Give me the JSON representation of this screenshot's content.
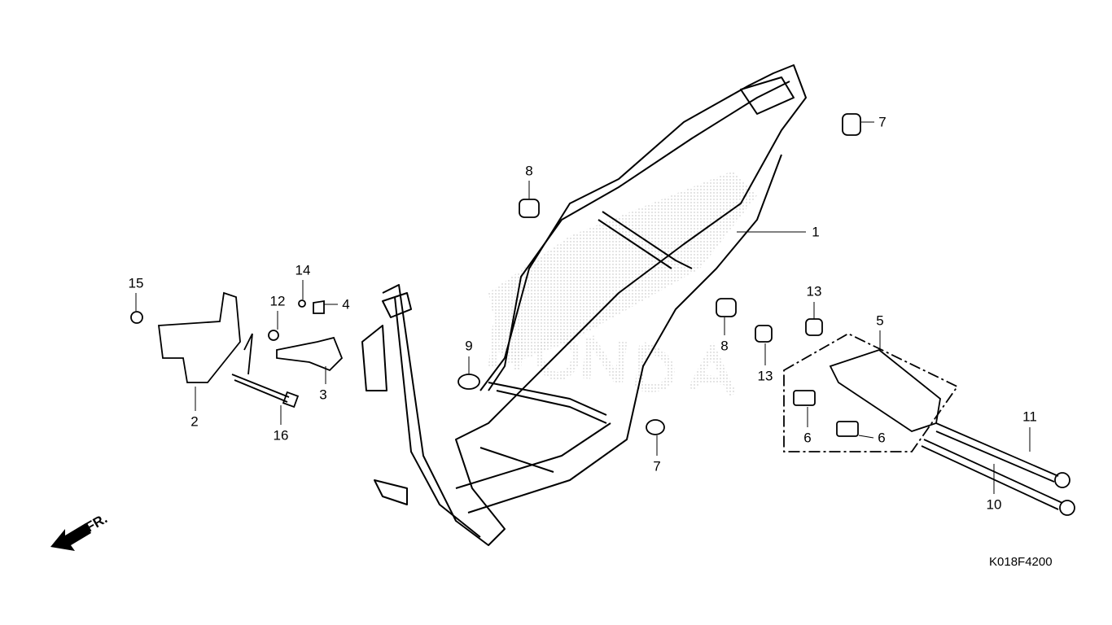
{
  "diagram_code": "K018F4200",
  "direction_label": "FR.",
  "watermark": "HONDA",
  "callouts": {
    "c1": "1",
    "c2": "2",
    "c3": "3",
    "c4": "4",
    "c5": "5",
    "c6a": "6",
    "c6b": "6",
    "c7a": "7",
    "c7b": "7",
    "c8a": "8",
    "c8b": "8",
    "c9": "9",
    "c10": "10",
    "c11": "11",
    "c12": "12",
    "c13a": "13",
    "c13b": "13",
    "c14": "14",
    "c15": "15",
    "c16": "16"
  }
}
